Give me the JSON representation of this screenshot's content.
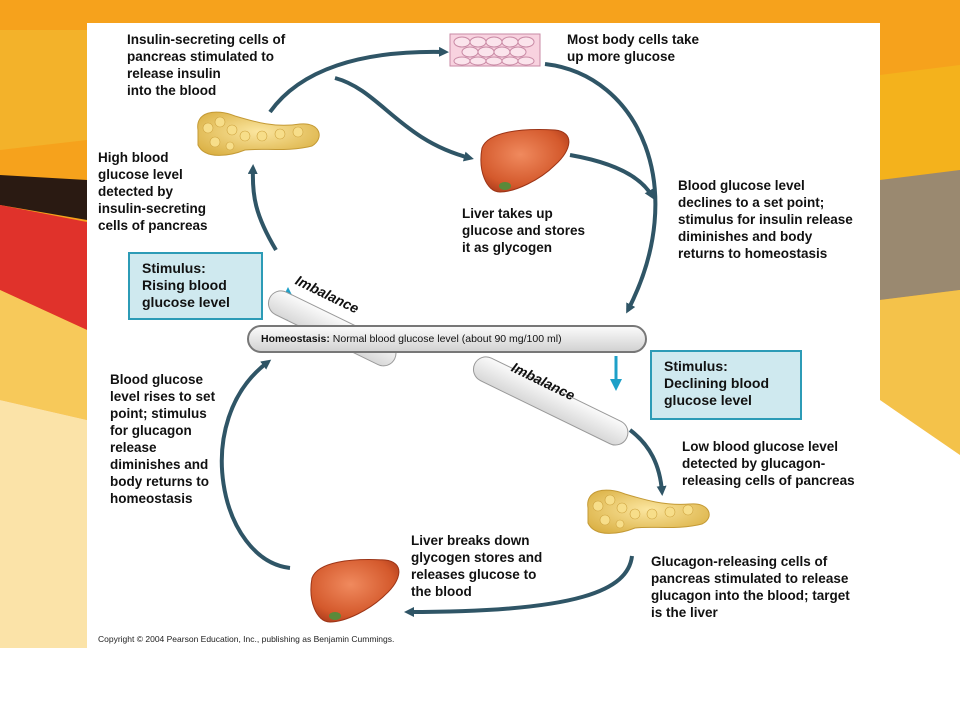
{
  "labels": {
    "insulin_secreting": "Insulin-secreting cells of\npancreas stimulated to\nrelease insulin\ninto the blood",
    "body_cells": "Most body cells take\nup more glucose",
    "high_glucose": "High blood\nglucose level\ndetected by\ninsulin-secreting\ncells of pancreas",
    "liver_takes_up": "Liver takes up\nglucose and stores\nit as glycogen",
    "glucose_declines": "Blood glucose level\ndeclines to a set point;\nstimulus for insulin release\ndiminishes and body\nreturns to homeostasis",
    "glucose_rises": "Blood glucose\nlevel rises to set\npoint; stimulus\nfor glucagon\nrelease\ndiminishes and\nbody returns to\nhomeostasis",
    "low_glucose": "Low blood glucose level\ndetected by glucagon-\nreleasing cells of pancreas",
    "liver_breaks_down": "Liver breaks down\nglycogen stores and\nreleases glucose to\nthe blood",
    "glucagon_releasing": "Glucagon-releasing cells of\npancreas stimulated to release\nglucagon into the blood; target\nis the liver"
  },
  "stimulus_rising": "Stimulus:\nRising blood\nglucose level",
  "stimulus_declining": "Stimulus:\nDeclining blood\nglucose level",
  "homeostasis": {
    "prefix": "Homeostasis:",
    "text": " Normal blood glucose level (about 90 mg/100 ml)"
  },
  "imbalance_upper": "Imbalance",
  "imbalance_lower": "Imbalance",
  "copyright": "Copyright © 2004 Pearson Education, Inc., publishing as Benjamin Cummings.",
  "colors": {
    "arrow": "#2f5566",
    "stimulus_box_fill": "#cfe9ef",
    "stimulus_box_border": "#2c9bb6",
    "stimulus_arrow": "#1ea0c8",
    "pancreas": "#f2cf62",
    "liver": "#d4592c"
  }
}
